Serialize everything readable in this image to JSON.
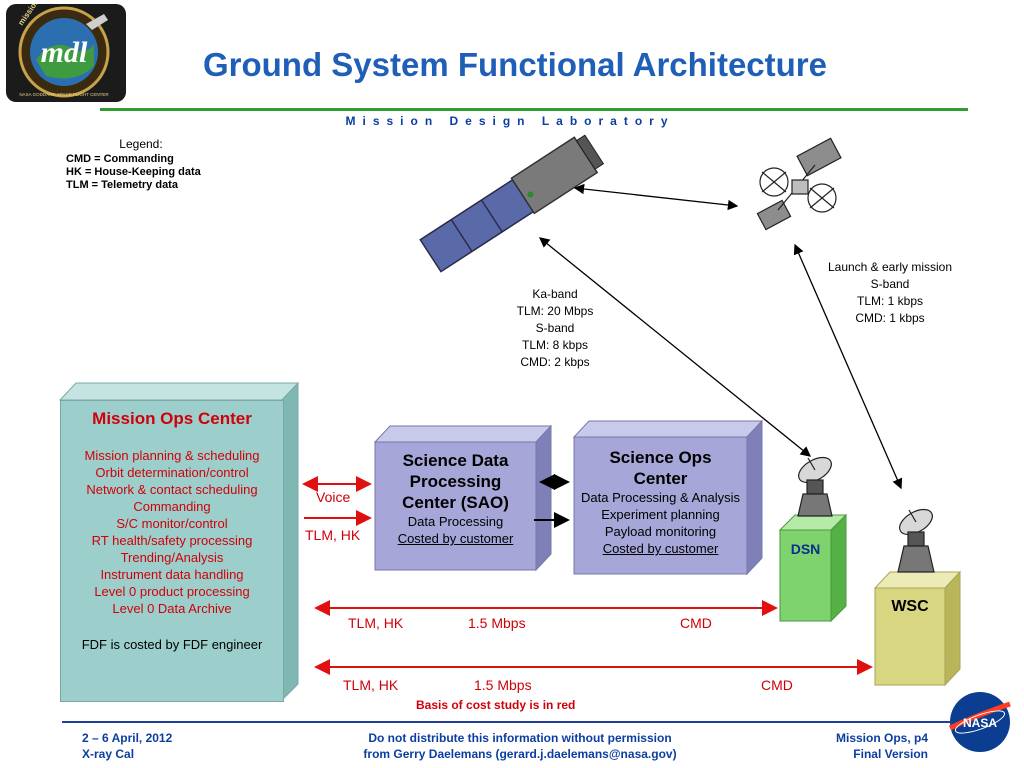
{
  "header": {
    "title": "Ground System Functional Architecture",
    "subtitle": "Mission Design Laboratory",
    "logo_text": "mdl",
    "logo_ring_text": "mission design lab",
    "logo_bottom_text": "NASA GODDARD SPACE FLIGHT CENTER"
  },
  "legend": {
    "heading": "Legend:",
    "items": [
      "CMD = Commanding",
      "HK = House-Keeping data",
      "TLM = Telemetry data"
    ]
  },
  "links": {
    "kaband": [
      "Ka-band",
      "TLM:  20 Mbps",
      "S-band",
      "TLM:  8 kbps",
      "CMD:  2 kbps"
    ],
    "launch": [
      "Launch & early mission",
      "S-band",
      "TLM:  1 kbps",
      "CMD:  1 kbps"
    ]
  },
  "moc": {
    "title": "Mission Ops Center",
    "items": [
      "Mission planning & scheduling",
      "Orbit determination/control",
      "Network & contact scheduling",
      "Commanding",
      "S/C monitor/control",
      "RT health/safety processing",
      "Trending/Analysis",
      "Instrument data handling",
      "Level 0 product processing",
      "Level 0 Data Archive"
    ],
    "note": "FDF is costed by FDF engineer"
  },
  "sdpc": {
    "title_lines": [
      "Science Data",
      "Processing",
      "Center (SAO)"
    ],
    "line1": "Data Processing",
    "line2": "Costed by customer"
  },
  "soc": {
    "title_lines": [
      "Science Ops",
      "Center"
    ],
    "lines": [
      "Data Processing & Analysis",
      "Experiment planning",
      "Payload monitoring"
    ],
    "costed": "Costed by customer"
  },
  "stations": {
    "dsn": "DSN",
    "wsc": "WSC"
  },
  "connections": {
    "voice": "Voice",
    "tlm_hk": "TLM, HK",
    "row1": {
      "tlm": "TLM, HK",
      "rate": "1.5 Mbps",
      "cmd": "CMD"
    },
    "row2": {
      "tlm": "TLM, HK",
      "rate": "1.5 Mbps",
      "cmd": "CMD"
    },
    "basis_note": "Basis of cost study is in red"
  },
  "footer": {
    "left": [
      "2 – 6 April, 2012",
      "X-ray Cal"
    ],
    "center": [
      "Do not distribute this information without permission",
      "from Gerry Daelemans (gerard.j.daelemans@nasa.gov)"
    ],
    "right": [
      "Mission Ops, p4",
      "Final Version"
    ],
    "nasa_logo_text": "NASA"
  },
  "colors": {
    "title_blue": "#1f5fb8",
    "rule_green": "#2f9e2f",
    "red_text": "#d0000a",
    "moc_fill": "#9ccfcb",
    "science_box_fill": "#a6a6d8",
    "dsn_fill": "#7fd36e",
    "wsc_fill": "#d8d680"
  }
}
